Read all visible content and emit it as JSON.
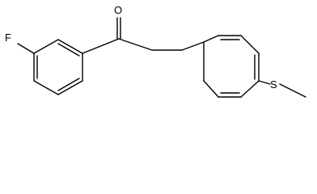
{
  "molecule": {
    "atoms": {
      "fluorine": "F",
      "oxygen": "O",
      "sulfur": "S"
    },
    "colors": {
      "bond": "#000000",
      "label": "#000000",
      "background": "#ffffff"
    }
  }
}
